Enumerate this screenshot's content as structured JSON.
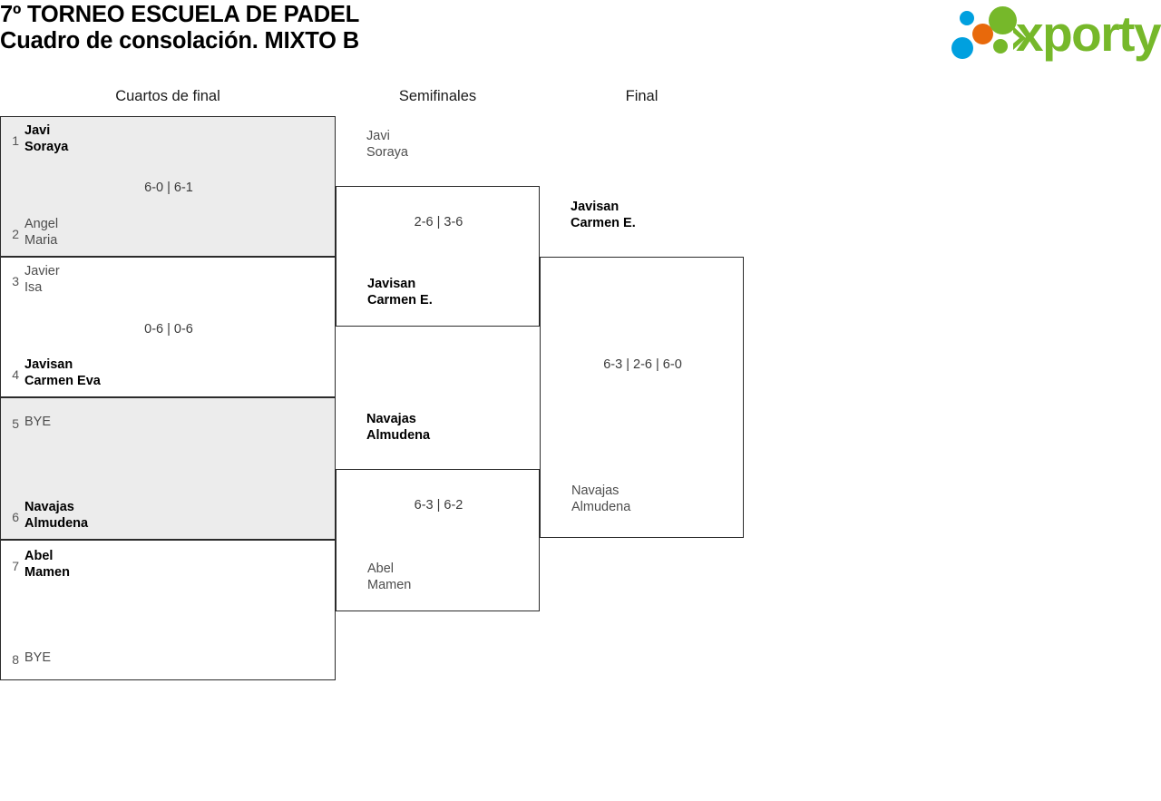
{
  "header": {
    "title_line1": "7º TORNEO ESCUELA DE PADEL",
    "title_line2": "Cuadro de consolación. MIXTO B",
    "logo_text": "xporty"
  },
  "rounds": [
    {
      "label": "Cuartos de final"
    },
    {
      "label": "Semifinales"
    },
    {
      "label": "Final"
    }
  ],
  "quarterfinals": [
    {
      "top": {
        "seed": "1",
        "name1": "Javi",
        "name2": "Soraya",
        "winner": true
      },
      "bottom": {
        "seed": "2",
        "name1": "Angel",
        "name2": "Maria",
        "winner": false
      },
      "score": "6-0 | 6-1"
    },
    {
      "top": {
        "seed": "3",
        "name1": "Javier",
        "name2": "Isa",
        "winner": false
      },
      "bottom": {
        "seed": "4",
        "name1": "Javisan",
        "name2": "Carmen Eva",
        "winner": true
      },
      "score": "0-6 | 0-6"
    },
    {
      "top": {
        "seed": "5",
        "name1": "BYE",
        "name2": "",
        "winner": false
      },
      "bottom": {
        "seed": "6",
        "name1": "Navajas",
        "name2": "Almudena",
        "winner": true
      },
      "score": ""
    },
    {
      "top": {
        "seed": "7",
        "name1": "Abel",
        "name2": "Mamen",
        "winner": true
      },
      "bottom": {
        "seed": "8",
        "name1": "BYE",
        "name2": "",
        "winner": false
      },
      "score": ""
    }
  ],
  "semifinals": [
    {
      "top": {
        "name1": "Javi",
        "name2": "Soraya",
        "winner": false
      },
      "bottom": {
        "name1": "Javisan",
        "name2": "Carmen E.",
        "winner": true
      },
      "score": "2-6 | 3-6"
    },
    {
      "top": {
        "name1": "Navajas",
        "name2": "Almudena",
        "winner": true
      },
      "bottom": {
        "name1": "Abel",
        "name2": "Mamen",
        "winner": false
      },
      "score": "6-3 | 6-2"
    }
  ],
  "final": {
    "top": {
      "name1": "Javisan",
      "name2": "Carmen E.",
      "winner": true
    },
    "bottom": {
      "name1": "Navajas",
      "name2": "Almudena",
      "winner": false
    },
    "score": "6-3 | 2-6 | 6-0"
  },
  "colors": {
    "shaded_row": "#ececec",
    "border": "#2b2b2b",
    "winner_text": "#000000",
    "loser_text": "#4d4d4d",
    "logo_green": "#76b82a",
    "logo_blue": "#00a0df",
    "logo_orange": "#e8690b"
  }
}
